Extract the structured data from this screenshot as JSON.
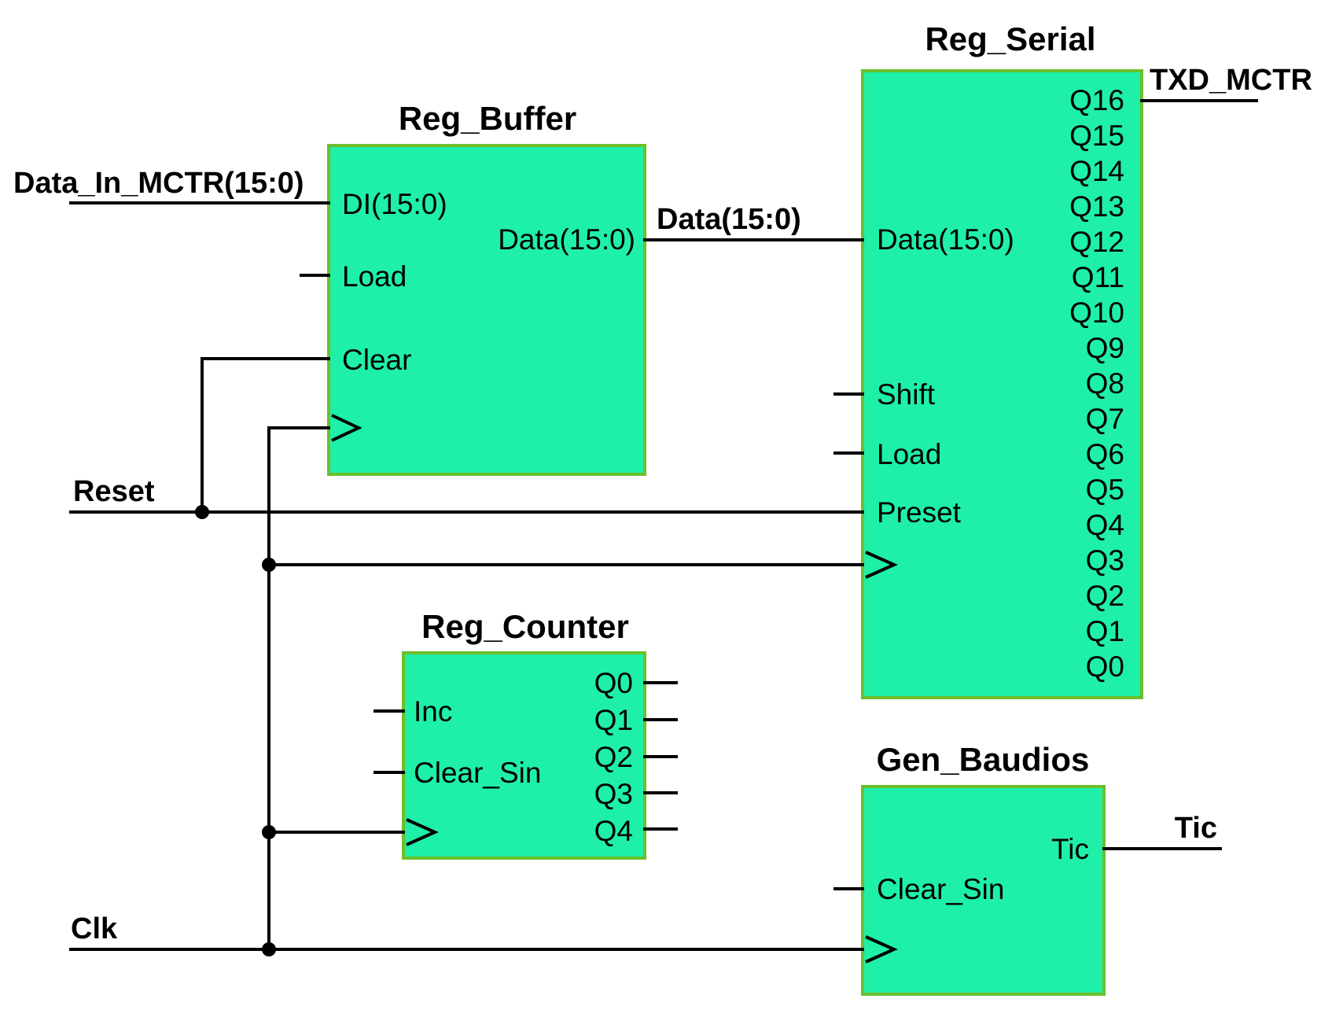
{
  "colors": {
    "block_fill": "#1ef0a8",
    "block_border": "#6cbf2a",
    "wire": "#000000"
  },
  "blocks": {
    "reg_buffer": {
      "title": "Reg_Buffer",
      "ports": {
        "di": "DI(15:0)",
        "load": "Load",
        "clear": "Clear",
        "data_out": "Data(15:0)"
      }
    },
    "reg_serial": {
      "title": "Reg_Serial",
      "ports": {
        "data_in": "Data(15:0)",
        "shift": "Shift",
        "load": "Load",
        "preset": "Preset"
      },
      "outputs": [
        "Q16",
        "Q15",
        "Q14",
        "Q13",
        "Q12",
        "Q11",
        "Q10",
        "Q9",
        "Q8",
        "Q7",
        "Q6",
        "Q5",
        "Q4",
        "Q3",
        "Q2",
        "Q1",
        "Q0"
      ]
    },
    "reg_counter": {
      "title": "Reg_Counter",
      "ports": {
        "inc": "Inc",
        "clear_sin": "Clear_Sin"
      },
      "outputs": [
        "Q0",
        "Q1",
        "Q2",
        "Q3",
        "Q4"
      ]
    },
    "gen_baudios": {
      "title": "Gen_Baudios",
      "ports": {
        "tic": "Tic",
        "clear_sin": "Clear_Sin"
      }
    }
  },
  "signals": {
    "data_in": "Data_In_MCTR(15:0)",
    "data_bus": "Data(15:0)",
    "txd": "TXD_MCTR",
    "reset": "Reset",
    "clk": "Clk",
    "tic": "Tic"
  }
}
